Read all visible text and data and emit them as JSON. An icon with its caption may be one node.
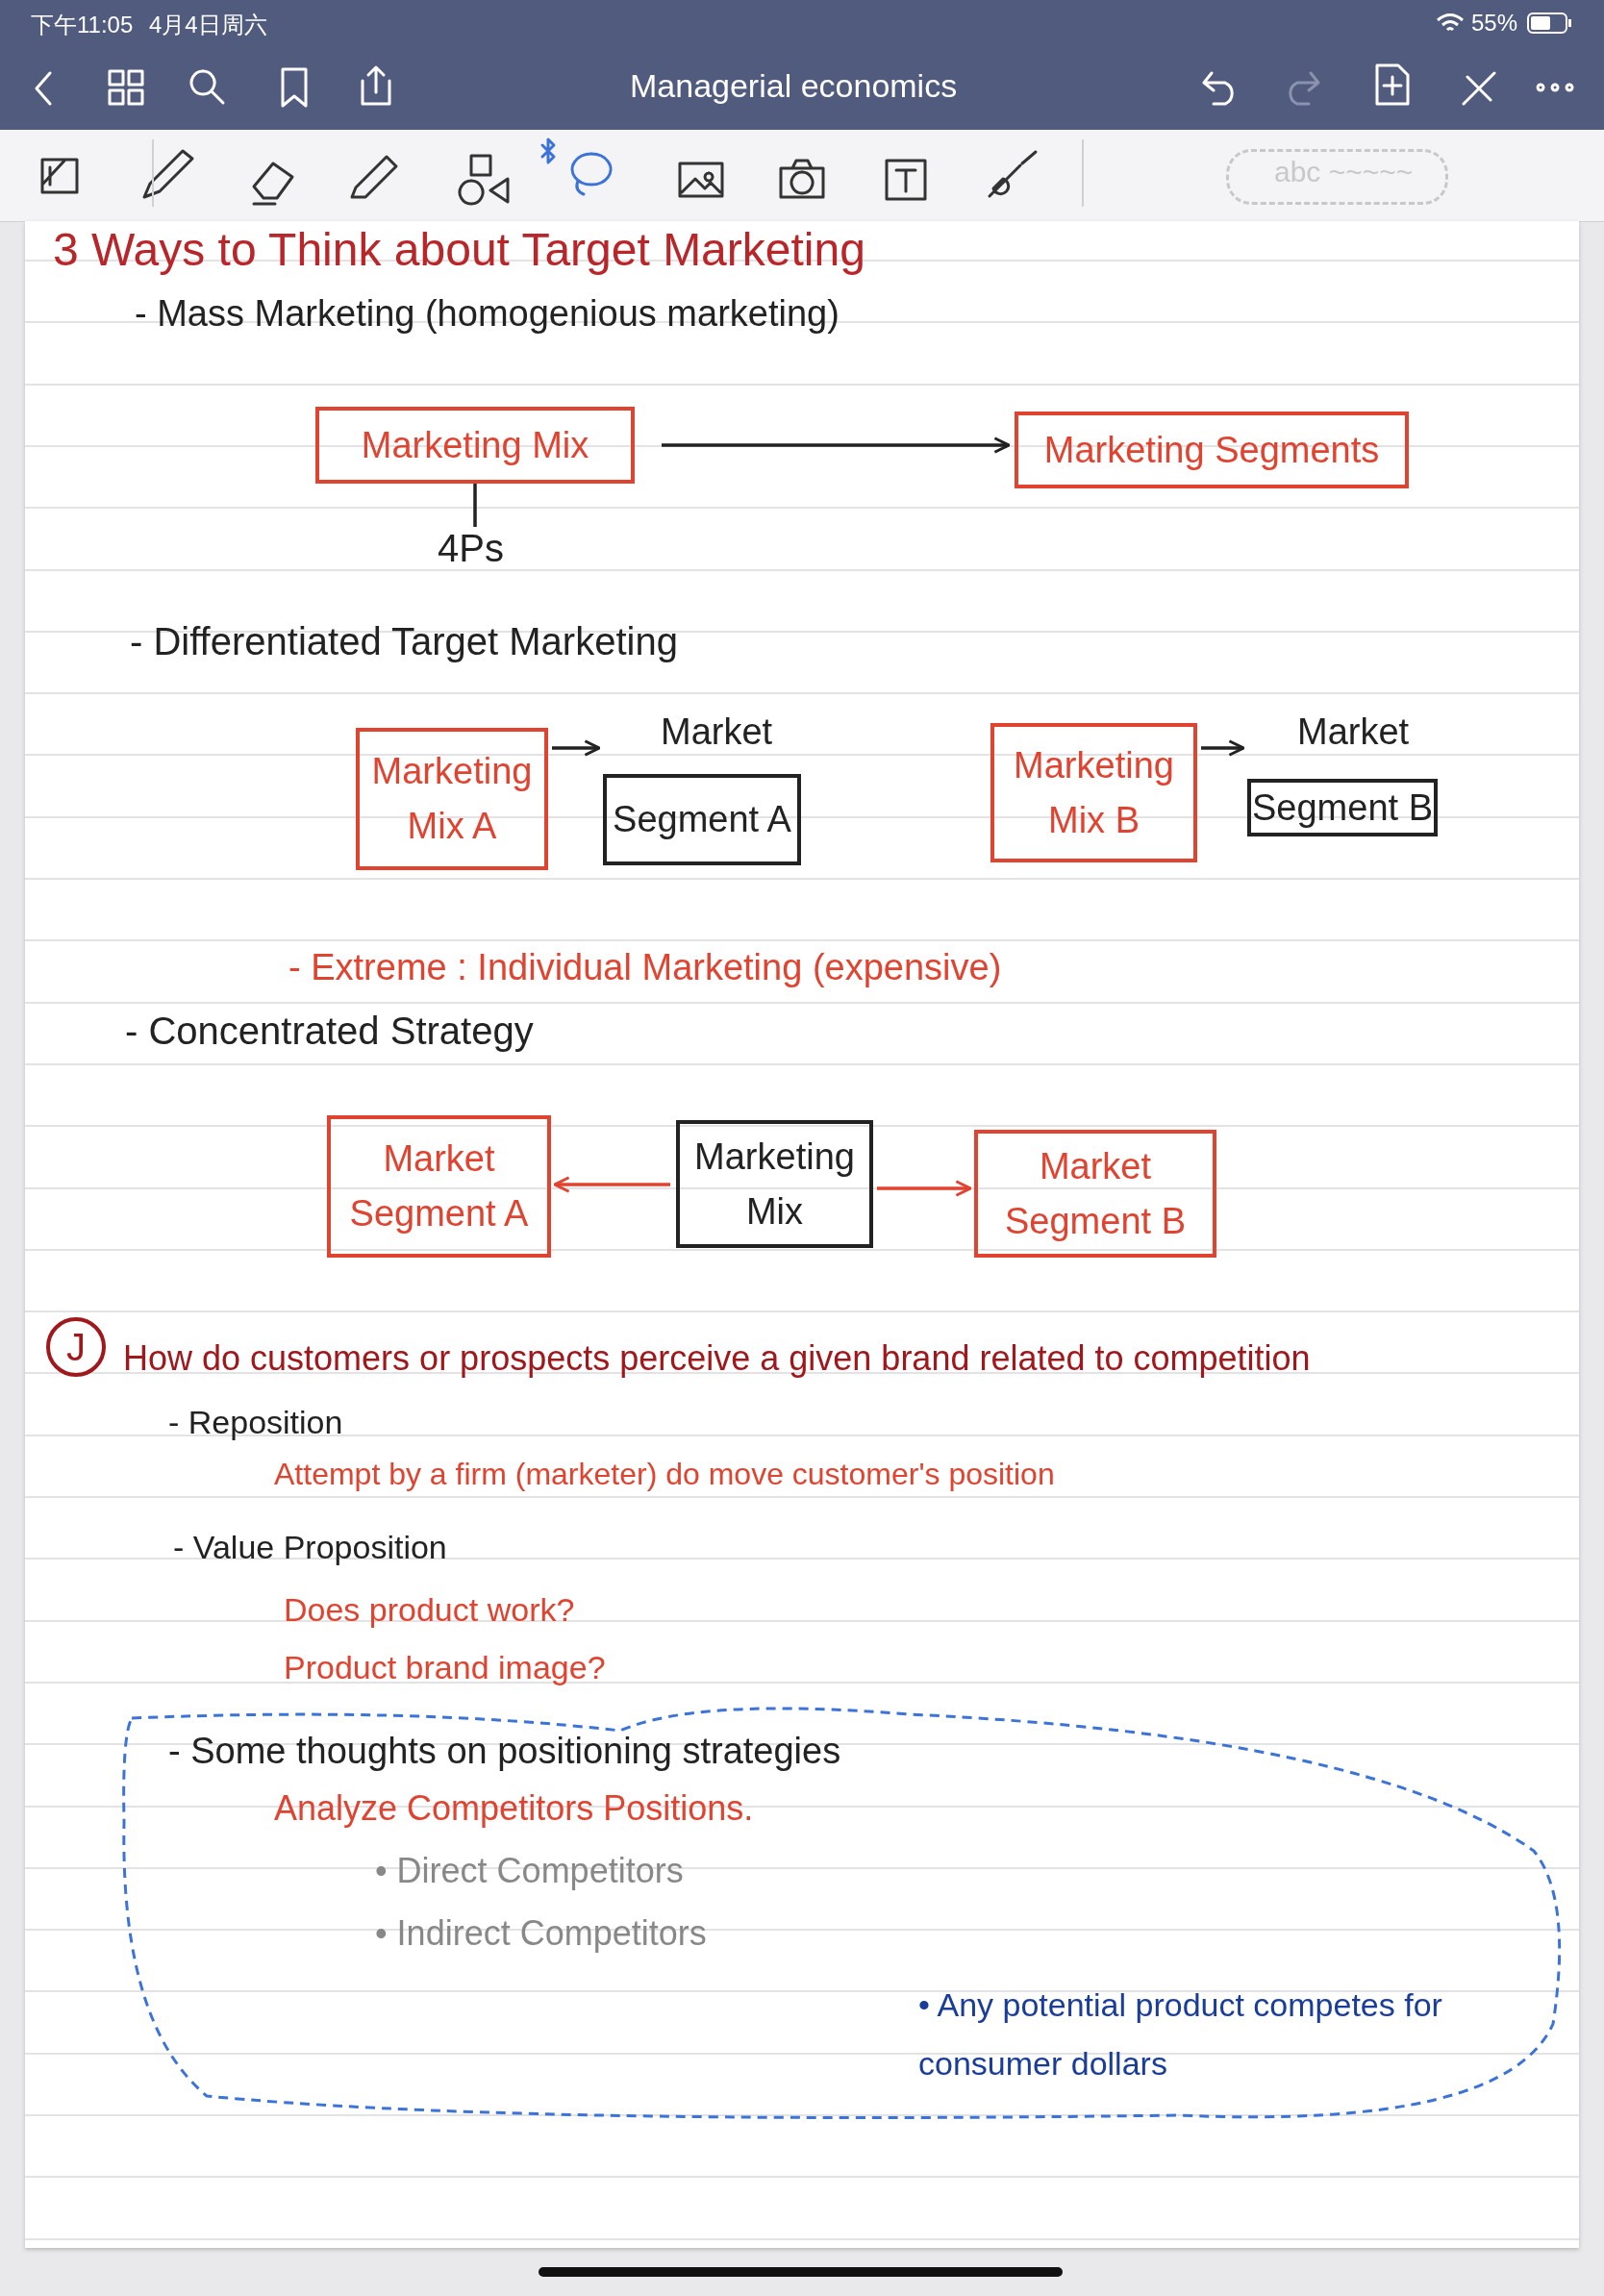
{
  "diagram": {
    "nodes": [
      {
        "text": [
          "Marketing Mix"
        ]
      },
      {
        "text": [
          "Marketing Segments"
        ]
      },
      {
        "text": [
          "4Ps"
        ]
      },
      {
        "text": [
          "Marketing Mix A"
        ]
      },
      {
        "text": [
          "Market",
          "Segment A"
        ]
      },
      {
        "text": [
          "Marketing Mix B"
        ]
      },
      {
        "text": [
          "Market",
          "Segment B"
        ]
      },
      {
        "text": [
          "Market Segment A"
        ]
      },
      {
        "text": [
          "Marketing Mix"
        ]
      },
      {
        "text": [
          "Market Segment B"
        ]
      },
      {
        "text": [
          "J"
        ]
      },
      {
        "text": [
          "- Some thoughts on positioning strategies",
          "Analyze Competitors Positions.",
          "• Direct Competitors",
          "• Indirect Competitors",
          "• Any potential product competes for consumer dollars"
        ]
      }
    ],
    "edges": [
      {
        "from": 0,
        "to": 1,
        "arrow": "to"
      },
      {
        "from": 0,
        "to": 2,
        "arrow": "none"
      },
      {
        "from": 3,
        "to": 4,
        "arrow": "to"
      },
      {
        "from": 5,
        "to": 6,
        "arrow": "to"
      },
      {
        "from": 8,
        "to": 7,
        "arrow": "to",
        "color": "#e0432f"
      },
      {
        "from": 8,
        "to": 9,
        "arrow": "to",
        "color": "#e0432f"
      }
    ],
    "labels": [
      "下午11:05",
      "4月4日周六",
      "55%",
      "Managerial economics",
      "abc ~~~~~",
      "3 Ways to Think about Target Marketing",
      "- Mass Marketing (homogenious marketing)",
      "- Differentiated Target Marketing",
      "- Extreme : Individual Marketing (expensive)",
      "- Concentrated Strategy",
      "How do customers or prospects perceive a given brand related to competition",
      "- Reposition",
      "Attempt by a firm (marketer) do move customer's position",
      "- Value Proposition",
      "Does product work?",
      "Product brand image?"
    ]
  }
}
